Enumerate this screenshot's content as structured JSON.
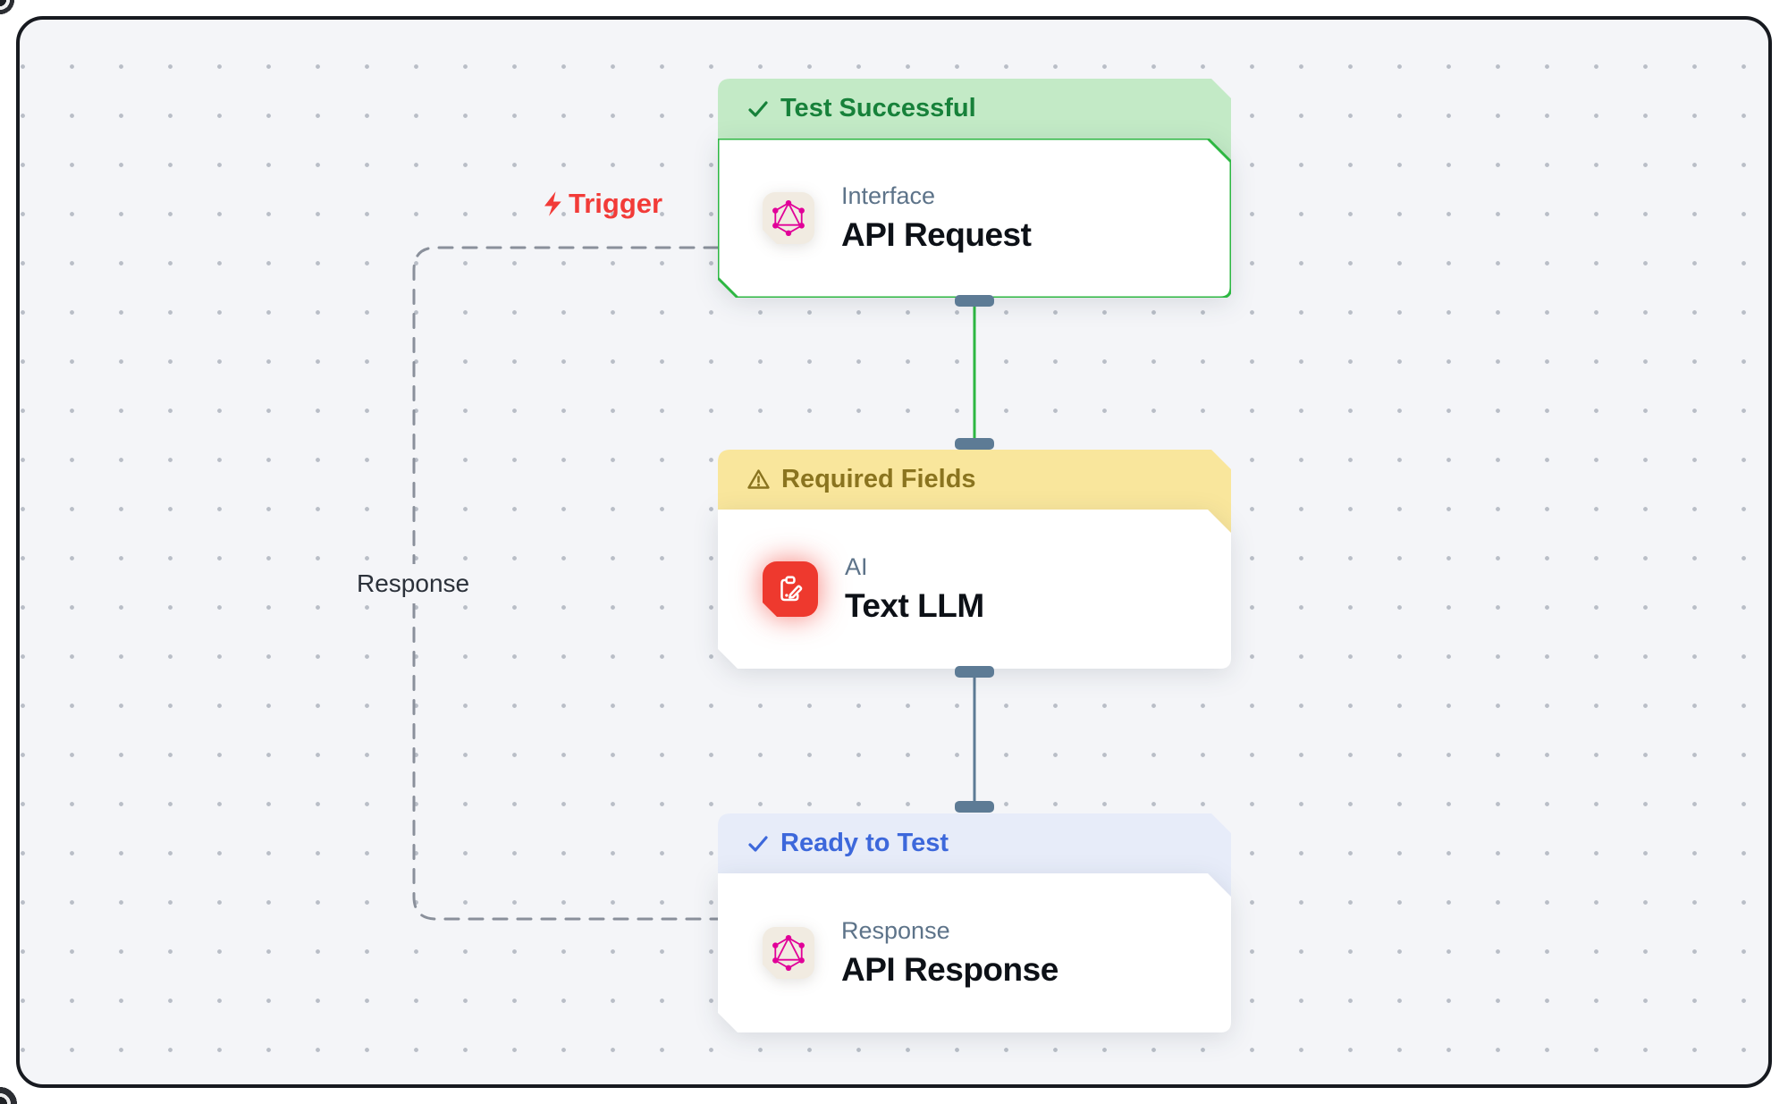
{
  "labels": {
    "trigger": "Trigger",
    "response": "Response"
  },
  "nodes": [
    {
      "status": "Test Successful",
      "status_icon": "check-icon",
      "category": "Interface",
      "title": "API Request",
      "node_icon": "graphql-logo",
      "state": "success"
    },
    {
      "status": "Required Fields",
      "status_icon": "warning-icon",
      "category": "AI",
      "title": "Text LLM",
      "node_icon": "clipboard-edit-icon",
      "state": "warning"
    },
    {
      "status": "Ready to Test",
      "status_icon": "check-icon",
      "category": "Response",
      "title": "API Response",
      "node_icon": "graphql-logo",
      "state": "info"
    }
  ],
  "colors": {
    "canvas-bg": "#f4f5f8",
    "dot": "#b9bec7",
    "frame": "#171a20",
    "success-bg": "#c3eac6",
    "success-text": "#17813a",
    "success-border": "#2db742",
    "warning-bg": "#f9e69c",
    "warning-text": "#8a741f",
    "info-bg": "#e7ecf9",
    "info-text": "#3d68db",
    "edge-green": "#2db742",
    "edge-slate": "#5d7b95",
    "handle": "#5d7b95",
    "dashed": "#8a909b",
    "trigger-red": "#f23b38",
    "label-dark": "#2b313a",
    "sublabel": "#5d7389",
    "title": "#0d1117",
    "graphql-pink": "#e10098",
    "icon-cream": "#f1ebe1",
    "icon-red": "#ee392e"
  }
}
